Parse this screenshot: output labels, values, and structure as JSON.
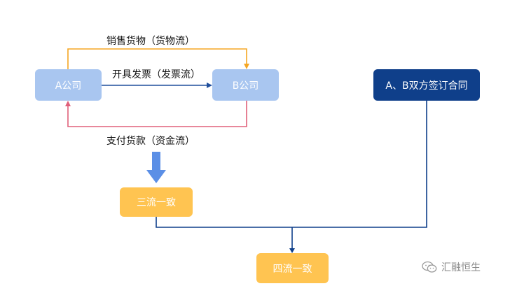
{
  "nodes": {
    "company_a": "A公司",
    "company_b": "B公司",
    "contract": "A、B双方签订合同",
    "three_flows": "三流一致",
    "four_flows": "四流一致"
  },
  "flows": {
    "goods": "销售货物（货物流）",
    "invoice": "开具发票（发票流）",
    "payment": "支付货款（资金流）"
  },
  "watermark": {
    "text": "汇融恒生",
    "icon": "wechat-icon"
  },
  "colors": {
    "goods_line": "#f5a623",
    "invoice_line": "#1f4e9c",
    "payment_line": "#e0607a",
    "contract_line": "#0f3f8a",
    "big_arrow": "#5b8fe6"
  }
}
